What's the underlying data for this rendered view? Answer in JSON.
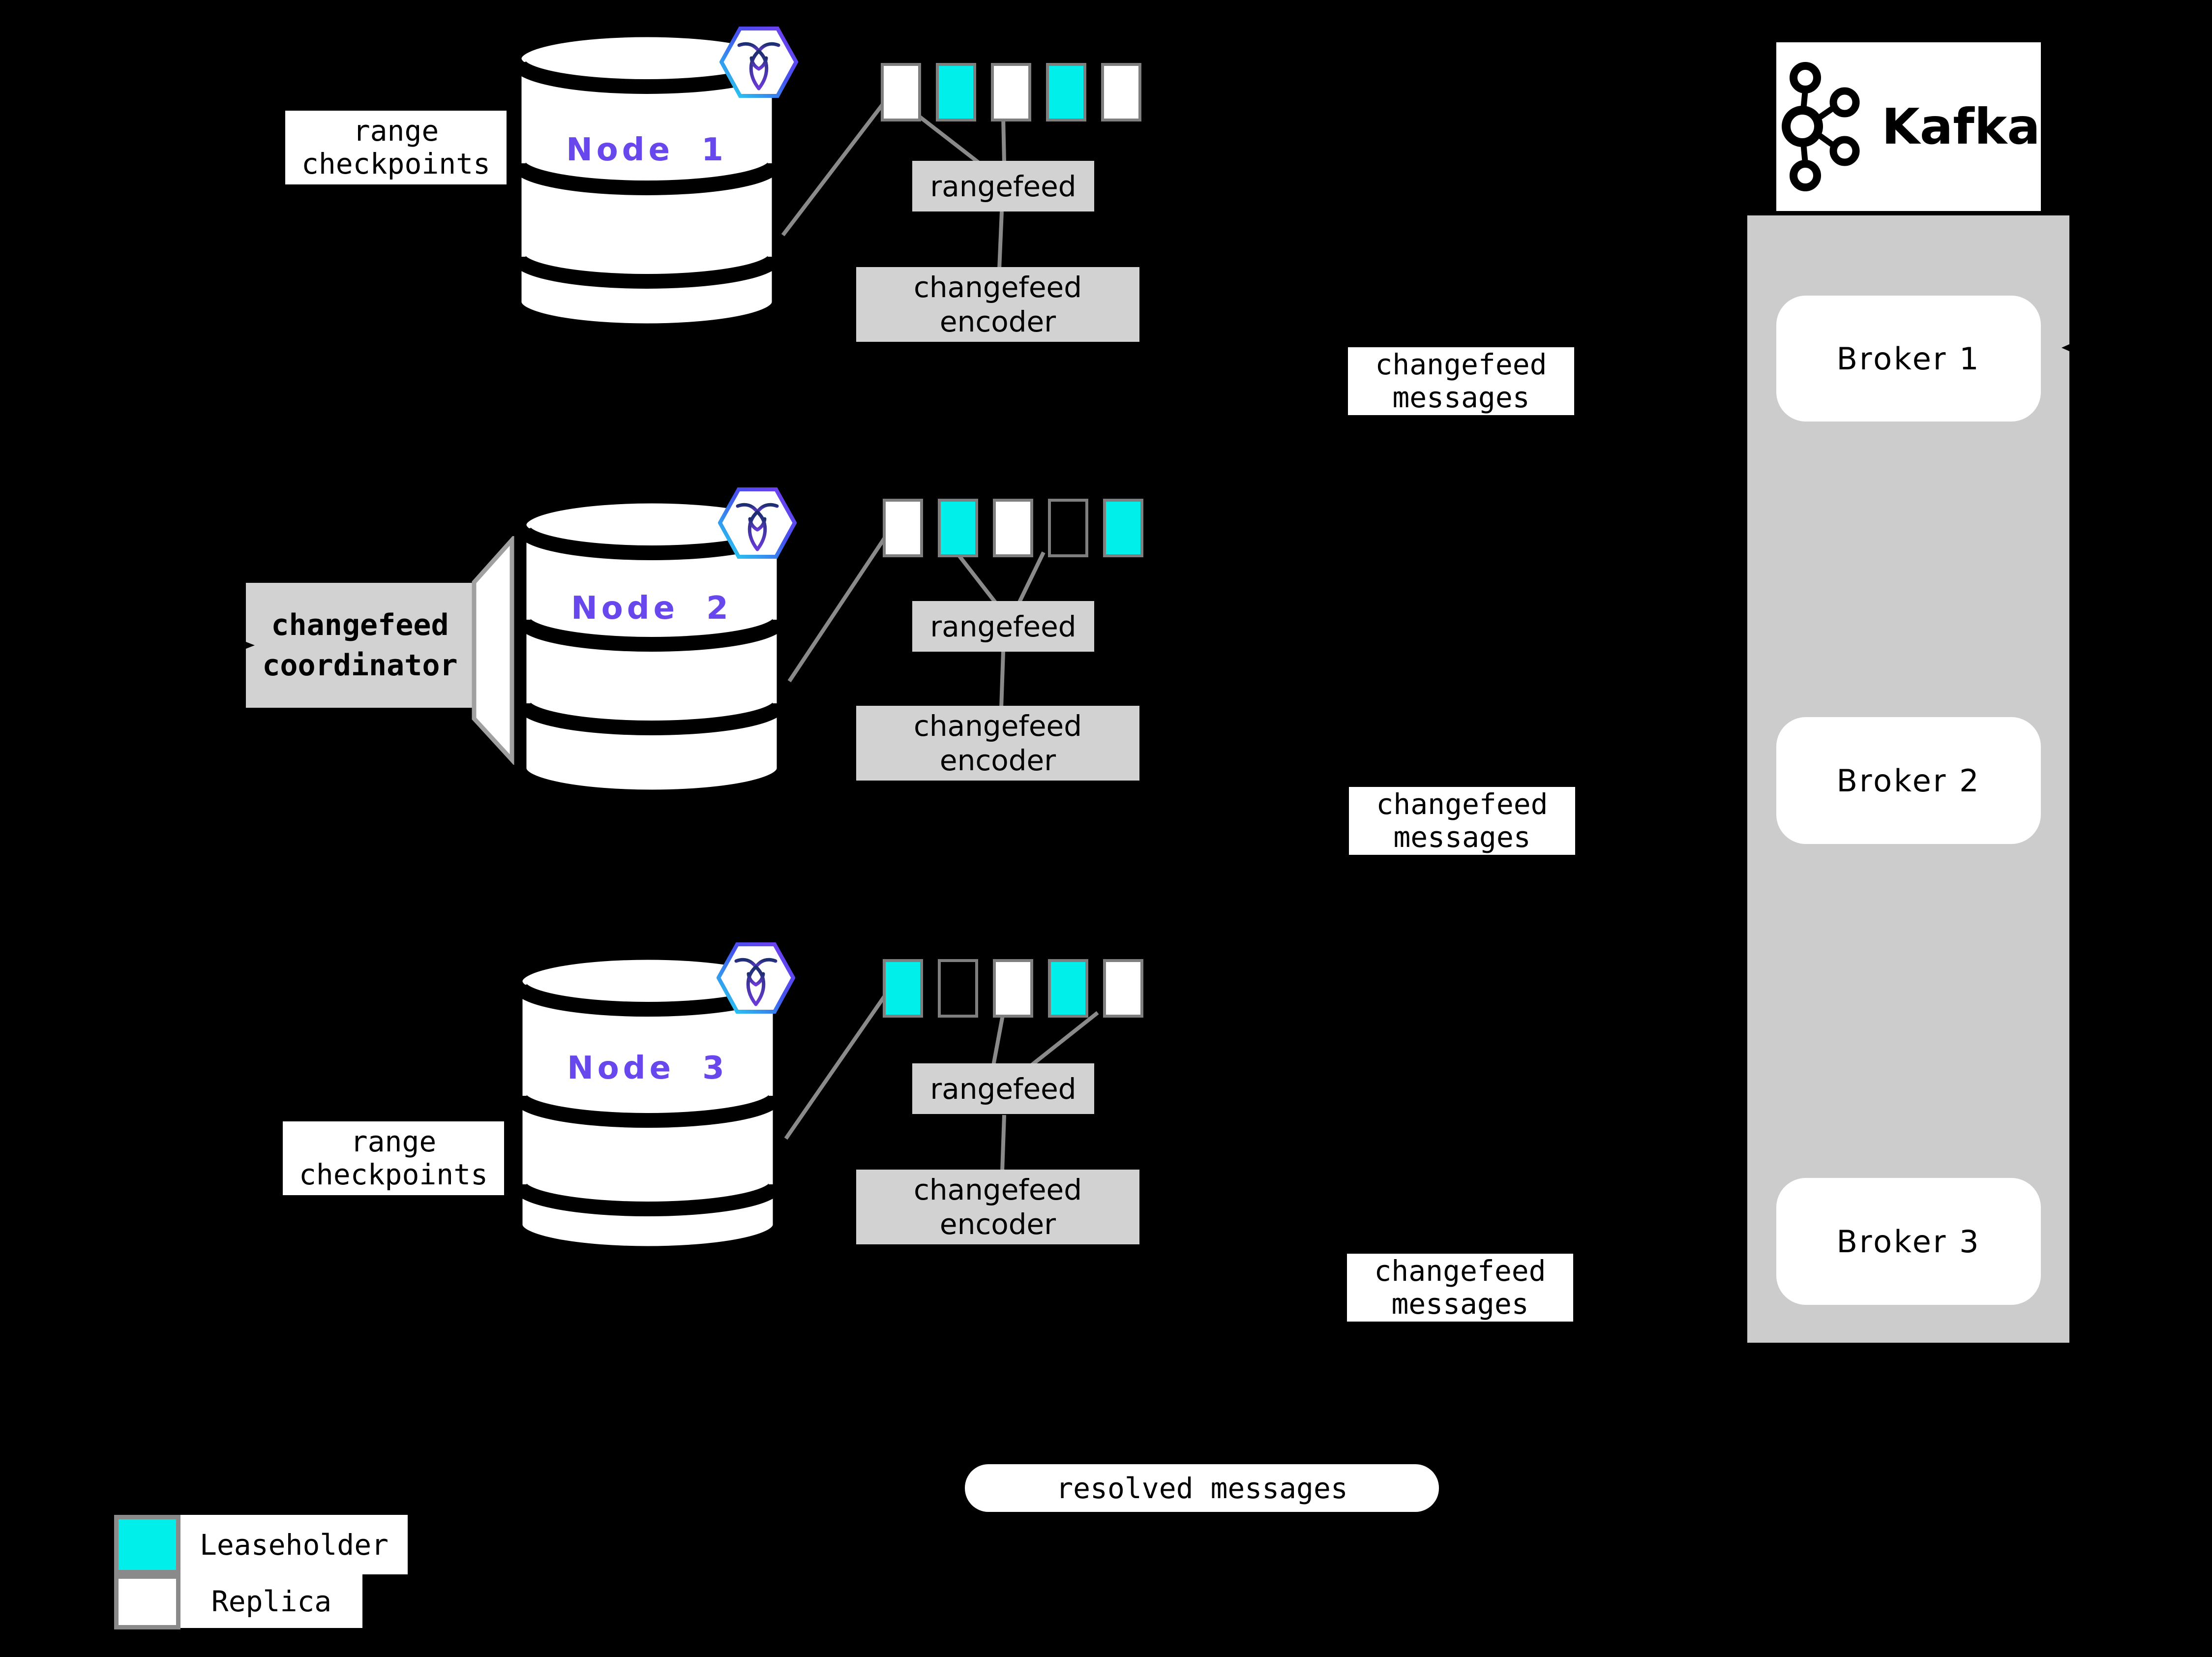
{
  "colors": {
    "leaseholder_teal": "#00EFEA",
    "replica_white": "#FFFFFF",
    "node_label_purple": "#6847EC",
    "box_gray": "#D2D2D2",
    "container_gray": "#CCCCCC"
  },
  "nodes": [
    {
      "label": "Node 1",
      "ranges": [
        "replica",
        "leaseholder",
        "replica",
        "leaseholder",
        "replica"
      ],
      "rangefeed": "rangefeed",
      "encoder": {
        "line1": "changefeed",
        "line2": "encoder"
      }
    },
    {
      "label": "Node 2",
      "ranges": [
        "replica",
        "leaseholder",
        "replica",
        "empty",
        "leaseholder"
      ],
      "rangefeed": "rangefeed",
      "encoder": {
        "line1": "changefeed",
        "line2": "encoder"
      }
    },
    {
      "label": "Node 3",
      "ranges": [
        "leaseholder",
        "empty",
        "replica",
        "leaseholder",
        "replica"
      ],
      "rangefeed": "rangefeed",
      "encoder": {
        "line1": "changefeed",
        "line2": "encoder"
      }
    }
  ],
  "labels": {
    "range_checkpoints": {
      "line1": "range",
      "line2": "checkpoints"
    },
    "changefeed_coordinator": {
      "line1": "changefeed",
      "line2": "coordinator"
    },
    "changefeed_messages": {
      "line1": "changefeed",
      "line2": "messages"
    },
    "resolved_messages": "resolved messages"
  },
  "kafka": {
    "title": "Kafka",
    "brokers": [
      "Broker 1",
      "Broker 2",
      "Broker 3"
    ]
  },
  "legend": [
    {
      "type": "leaseholder",
      "label": "Leaseholder"
    },
    {
      "type": "replica",
      "label": "Replica"
    }
  ]
}
